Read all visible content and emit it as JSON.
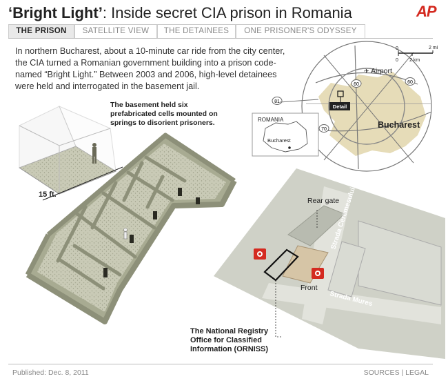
{
  "header": {
    "title_bold": "‘Bright Light’",
    "title_rest": ": Inside secret CIA prison in Romania",
    "logo": "AP"
  },
  "tabs": [
    {
      "label": "THE PRISON",
      "active": true
    },
    {
      "label": "SATELLITE VIEW",
      "active": false
    },
    {
      "label": "THE DETAINEES",
      "active": false
    },
    {
      "label": "ONE PRISONER'S ODYSSEY",
      "active": false
    }
  ],
  "intro": "In northern Bucharest, about a 10-minute car ride from the city center, the CIA turned a Romanian government building into a prison code-named “Bright Light.” Between 2003 and 2006, high-level detainees were held and interrogated in the basement jail.",
  "callouts": {
    "basement": "The basement held six prefabricated cells mounted on springs to disorient prisoners.",
    "cell_size": "15 ft.",
    "rear_gate": "Rear gate",
    "front": "Front",
    "street1": "Strada Ceremesului",
    "street2": "Strada Mures",
    "registry": "The National Registry Office for Classified Information (ORNISS)"
  },
  "map": {
    "scale_mi": "2 mi",
    "scale_km": "2 km",
    "scale_zero": "0",
    "airport": "Airport",
    "city": "Bucharest",
    "detail": "Detail",
    "roads": [
      "60",
      "60",
      "81",
      "70"
    ],
    "inset_country": "ROMANIA",
    "inset_city": "Bucharest"
  },
  "footer": {
    "published": "Published: Dec. 8, 2011",
    "sources": "SOURCES",
    "separator": " | ",
    "legal": "LEGAL"
  },
  "colors": {
    "accent_red": "#d42a20",
    "wall": "#b9bca6",
    "floor": "#c9cab6",
    "map_land": "#e6dcb8",
    "building": "#d7d9d0"
  }
}
